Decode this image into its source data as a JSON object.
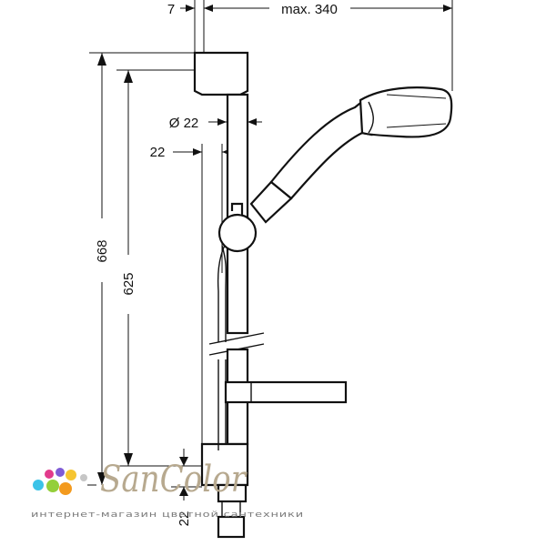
{
  "dimensions": {
    "top_offset": "7",
    "reach": "max. 340",
    "diameter": "Ø 22",
    "rail_offset": "22",
    "total_height": "668",
    "rail_height": "625",
    "bottom_offset": "22"
  },
  "watermark": {
    "brand": "SanColor",
    "tagline": "интернет-магазин цветной сантехники",
    "dot_colors": [
      "#e23a8c",
      "#7f5bd6",
      "#f6c531",
      "#3bc3e8",
      "#94cf3a",
      "#f39a1e",
      "#c6c6c6"
    ]
  }
}
